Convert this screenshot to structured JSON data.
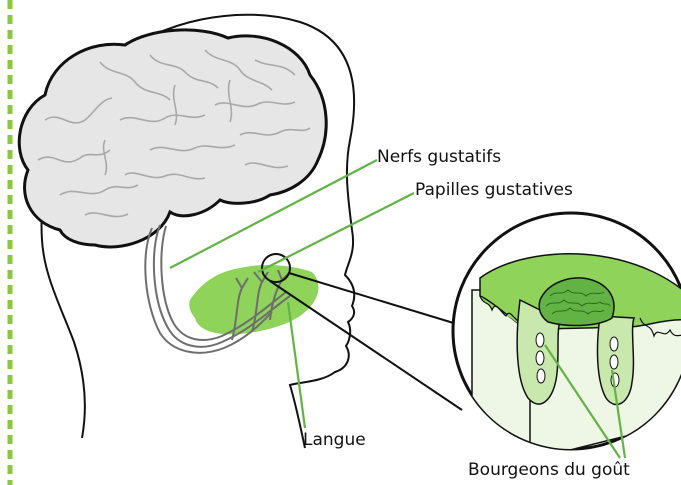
{
  "labels": {
    "taste_nerves": "Nerfs gustatifs",
    "taste_papillae": "Papilles gustatives",
    "tongue": "Langue",
    "taste_buds": "Bourgeons du goût"
  },
  "colors": {
    "leader_line": "#62b344",
    "tongue_fill": "#8fd35a",
    "brain_fill": "#e6e6e6",
    "outline": "#111111",
    "tissue": "#c9e8ad",
    "tissue_light": "#eef6e6",
    "left_dashes": "#8cc63f"
  }
}
